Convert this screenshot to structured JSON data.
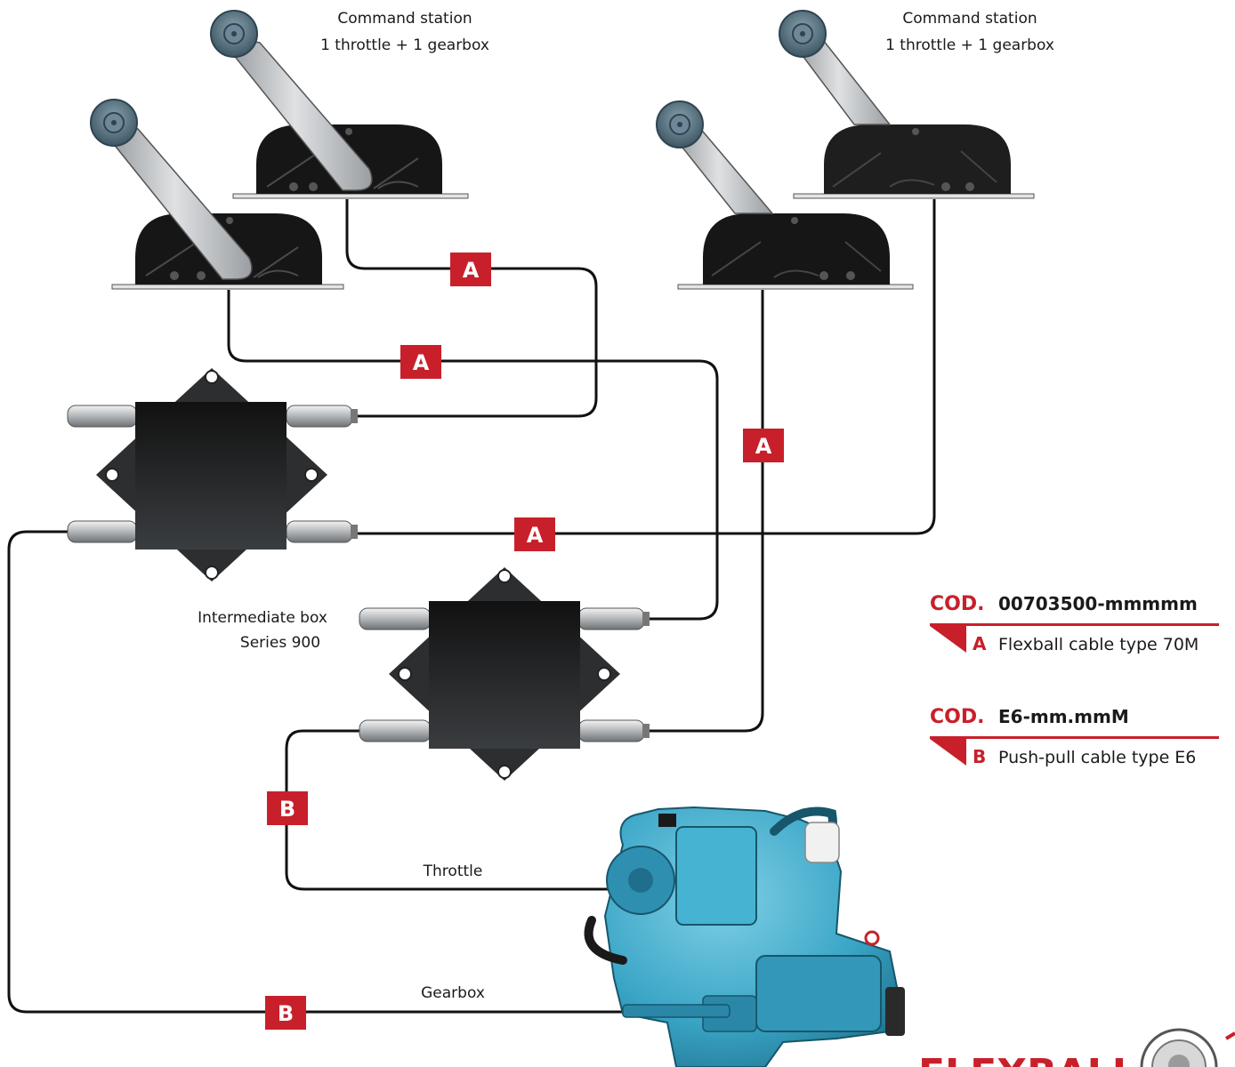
{
  "stations": [
    {
      "line1": "Command station",
      "line2": "1 throttle + 1 gearbox"
    },
    {
      "line1": "Command station",
      "line2": "1 throttle + 1 gearbox"
    }
  ],
  "intermediate_box": {
    "line1": "Intermediate box",
    "line2": "Series 900"
  },
  "badges": {
    "a": "A",
    "b": "B"
  },
  "engine_labels": {
    "throttle": "Throttle",
    "gearbox": "Gearbox"
  },
  "legend": [
    {
      "cod_label": "COD.",
      "code": "00703500-mmmmm",
      "letter": "A",
      "description": "Flexball cable type 70M"
    },
    {
      "cod_label": "COD.",
      "code": "E6-mm.mmM",
      "letter": "B",
      "description": "Push-pull cable type E6"
    }
  ],
  "brand": {
    "name": "FLEXBALL"
  },
  "colors": {
    "accent": "#c8202a",
    "cable": "#111111",
    "housing": "#1c1c1c",
    "engine": "#3aa5c6",
    "lever": "#c9cccf",
    "knob": "#4f6f80"
  }
}
